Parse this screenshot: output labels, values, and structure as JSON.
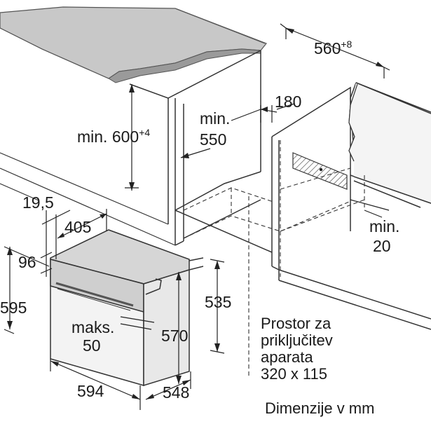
{
  "labels": {
    "width_560": "560",
    "width_560_tol": "+8",
    "depth_180": "180",
    "min_550_a": "min.",
    "min_550_b": "550",
    "min_600": "min. 600",
    "min_600_tol": "+4",
    "d_19_5": "19,5",
    "d_405": "405",
    "d_96": "96",
    "d_595": "595",
    "maks_a": "maks.",
    "maks_b": "50",
    "d_570": "570",
    "d_535": "535",
    "d_594": "594",
    "d_548": "548",
    "min_20_a": "min.",
    "min_20_b": "20"
  },
  "note": {
    "line1": "Prostor za",
    "line2": "priključitev",
    "line3": "aparata",
    "line4": "320 x 115"
  },
  "units": "Dimenzije v mm"
}
